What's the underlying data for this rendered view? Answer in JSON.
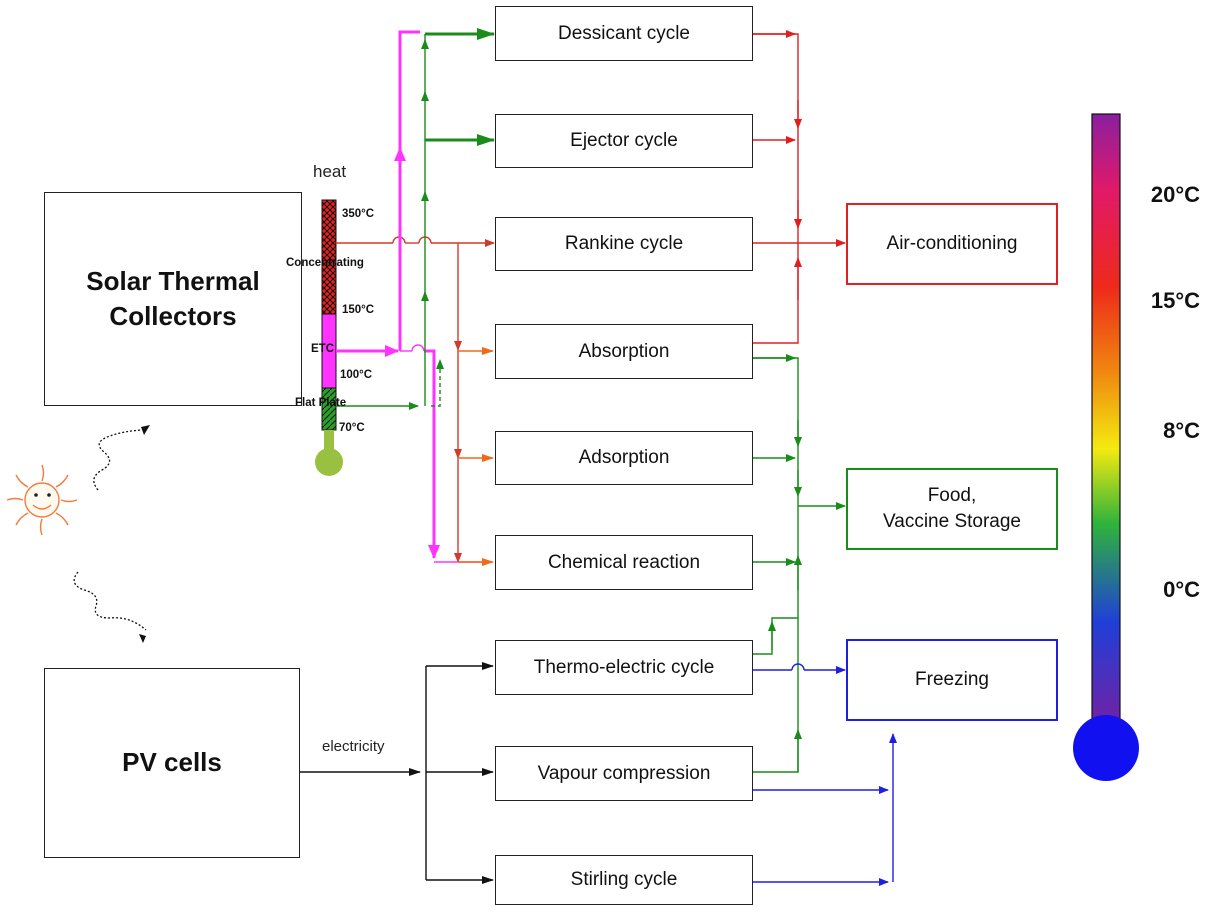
{
  "sources": {
    "solar_thermal": "Solar Thermal\nCollectors",
    "pv": "PV cells",
    "heat_label": "heat",
    "electricity_label": "electricity"
  },
  "thermometer": {
    "t350": "350°C",
    "concentrating": "Concentrating",
    "t150": "150°C",
    "etc": "ETC",
    "t100": "100°C",
    "flat_plate": "Flat Plate",
    "t70": "70°C"
  },
  "cycles": {
    "dessicant": "Dessicant cycle",
    "ejector": "Ejector cycle",
    "rankine": "Rankine cycle",
    "absorption": "Absorption",
    "adsorption": "Adsorption",
    "chemical": "Chemical reaction",
    "thermo_electric": "Thermo-electric cycle",
    "vapour": "Vapour compression",
    "stirling": "Stirling cycle"
  },
  "outputs": {
    "air_conditioning": "Air-conditioning",
    "food": "Food,\nVaccine Storage",
    "freezing": "Freezing"
  },
  "scale": {
    "t20": "20°C",
    "t15": "15°C",
    "t8": "8°C",
    "t0": "0°C"
  },
  "colors": {
    "air_conditioning": "#e02020",
    "food": "#1a8c1a",
    "freezing": "#1f1fe0",
    "etc_flow": "#ff33ff",
    "concentrating_flow": "#d23b2a",
    "absorption_feed": "#f06a1a"
  }
}
